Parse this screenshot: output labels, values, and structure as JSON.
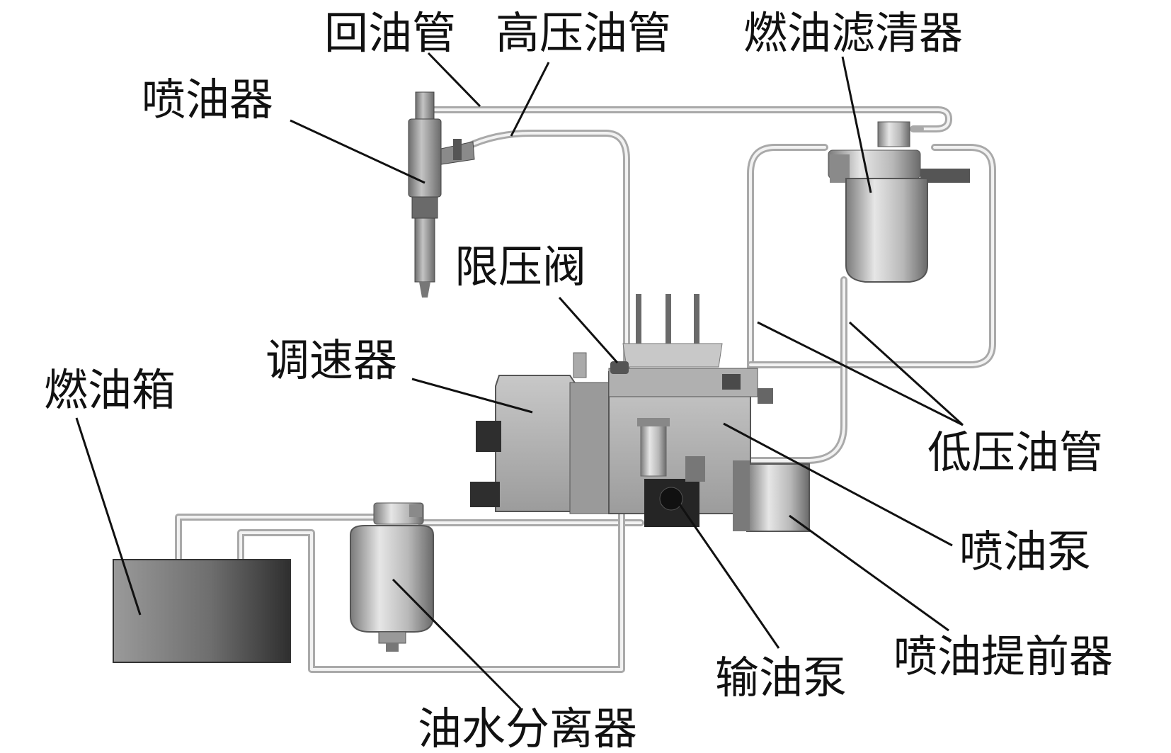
{
  "labels": {
    "return_pipe": "回油管",
    "high_pressure_pipe": "高压油管",
    "fuel_filter": "燃油滤清器",
    "injector": "喷油器",
    "pressure_limit_valve": "限压阀",
    "governor": "调速器",
    "fuel_tank": "燃油箱",
    "low_pressure_pipe": "低压油管",
    "injection_pump": "喷油泵",
    "injection_advancer": "喷油提前器",
    "feed_pump": "输油泵",
    "water_separator": "油水分离器"
  }
}
